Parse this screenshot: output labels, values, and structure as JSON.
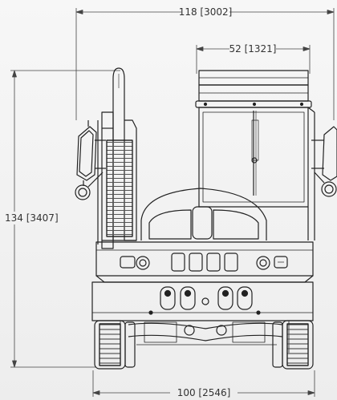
{
  "dimensions": {
    "overall_width": "118 [3002]",
    "cab_width": "52 [1321]",
    "overall_height": "134 [3407]",
    "track_width": "100 [2546]"
  }
}
